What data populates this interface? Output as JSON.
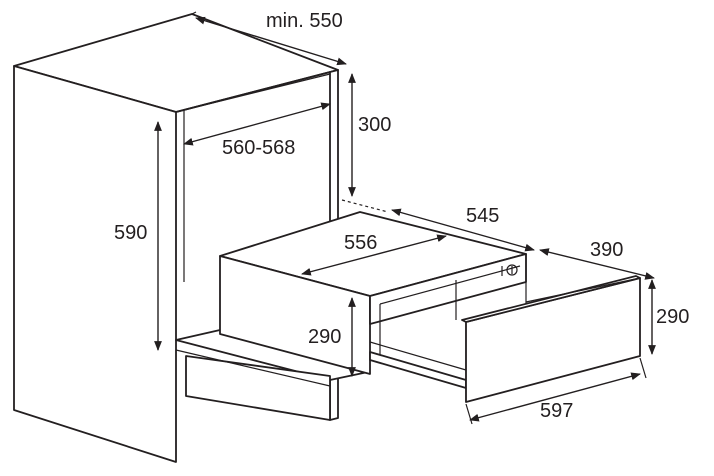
{
  "dimensions": {
    "min_depth": "min. 550",
    "niche_width": "560-568",
    "clearance_height": "300",
    "niche_height": "590",
    "drawer_depth": "545",
    "drawer_inner_width": "556",
    "drawer_extension": "390",
    "drawer_height": "290",
    "front_height": "290",
    "front_width": "597"
  },
  "colors": {
    "line": "#231f20",
    "background": "#ffffff"
  },
  "icons": [
    "control-knob-icon"
  ]
}
